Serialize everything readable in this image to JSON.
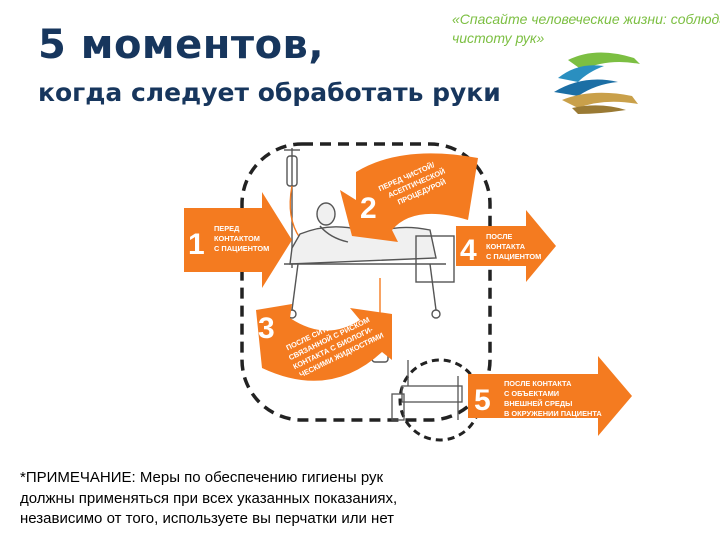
{
  "title": {
    "line1": "5 моментов,",
    "line2": "когда следует обработать руки"
  },
  "slogan": {
    "line1": "«Спасайте человеческие жизни: соблюдайте",
    "line2": "чистоту рук»"
  },
  "logo": {
    "icon": "hands-waves-logo-icon"
  },
  "moments": [
    {
      "number": "1",
      "lines": [
        "ПЕРЕД",
        "КОНТАКТОМ",
        "С ПАЦИЕНТОМ"
      ]
    },
    {
      "number": "2",
      "lines": [
        "ПЕРЕД ЧИСТОЙ/",
        "АСЕПТИЧЕСКОЙ",
        "ПРОЦЕДУРОЙ"
      ]
    },
    {
      "number": "3",
      "lines": [
        "ПОСЛЕ СИТУАЦИИ,",
        "СВЯЗАННОЙ С РИСКОМ",
        "КОНТАКТА С БИОЛОГИ-",
        "ЧЕСКИМИ ЖИДКОСТЯМИ"
      ]
    },
    {
      "number": "4",
      "lines": [
        "ПОСЛЕ",
        "КОНТАКТА",
        "С ПАЦИЕНТОМ"
      ]
    },
    {
      "number": "5",
      "lines": [
        "ПОСЛЕ КОНТАКТА",
        "С ОБЪЕКТАМИ",
        "ВНЕШНЕЙ СРЕДЫ",
        "В ОКРУЖЕНИИ ПАЦИЕНТА"
      ]
    }
  ],
  "colors": {
    "accent": "#f47b20",
    "title": "#17365d",
    "slogan": "#7cbf42"
  },
  "note": {
    "line1": "*ПРИМЕЧАНИЕ: Меры по обеспечению гигиены рук",
    "line2": "должны применяться при всех указанных показаниях,",
    "line3": "независимо от того, используете вы перчатки или нет"
  }
}
